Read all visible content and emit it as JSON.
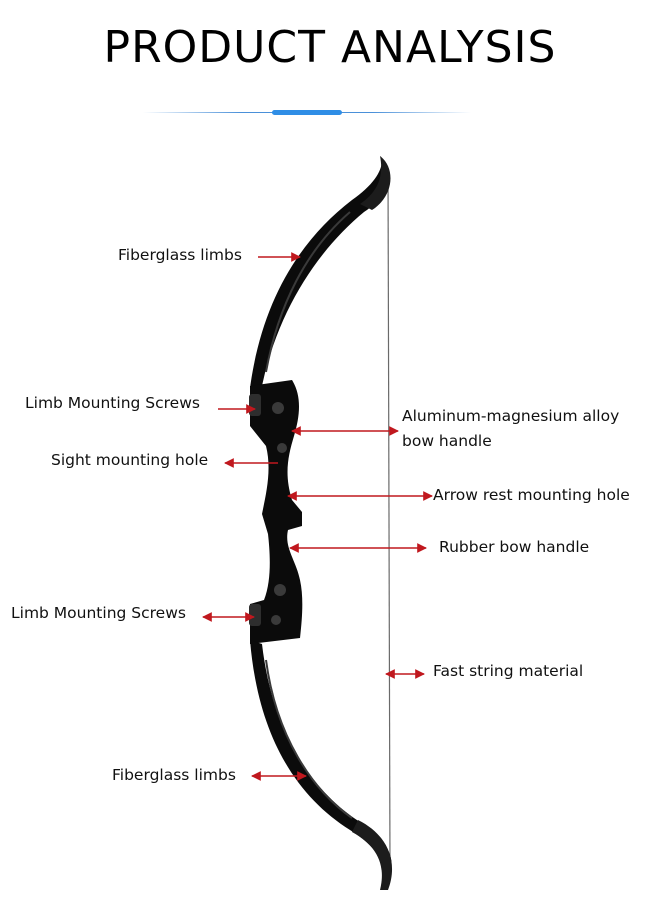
{
  "title": "PRODUCT ANALYSIS",
  "colors": {
    "title": "#000000",
    "divider": "#4a90d9",
    "divider_accent": "#2f8ee6",
    "arrow": "#c0181e",
    "bow": "#0b0b0b",
    "string": "#6a6a6a"
  },
  "labels": {
    "fiberglass_top": "Fiberglass limbs",
    "limb_screws_top": "Limb Mounting Screws",
    "riser": "Aluminum-magnesium alloy bow handle",
    "sight_hole": "Sight mounting hole",
    "arrow_rest": "Arrow rest mounting hole",
    "grip": "Rubber bow handle",
    "limb_screws_bottom": "Limb Mounting Screws",
    "string": "Fast string material",
    "fiberglass_bottom": "Fiberglass limbs"
  }
}
